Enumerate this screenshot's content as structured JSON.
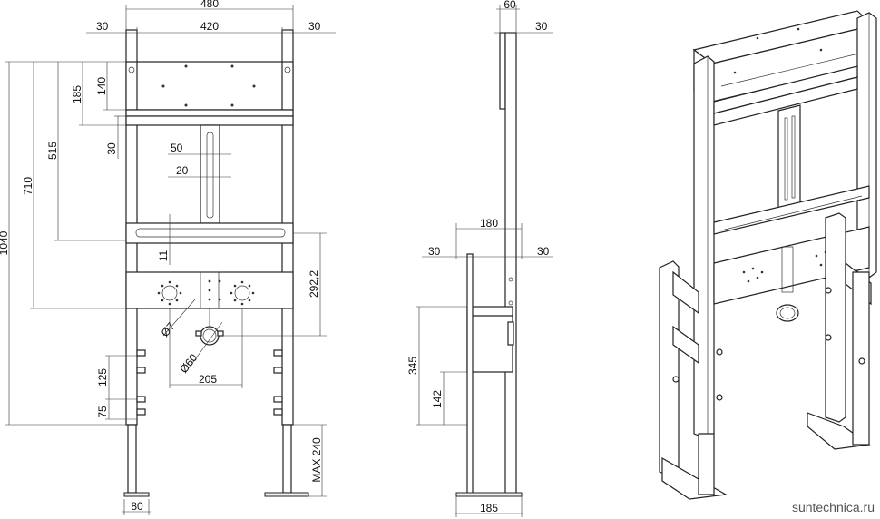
{
  "front_view": {
    "total_width": "480",
    "left_offset": "30",
    "inner_width": "420",
    "right_offset": "30",
    "d185": "185",
    "d140": "140",
    "d30": "30",
    "d515": "515",
    "d710": "710",
    "d1040": "1040",
    "d50": "50",
    "d20": "20",
    "d11": "11",
    "d292": "292,2",
    "d7": "Ø7",
    "d60": "Ø60",
    "d205": "205",
    "d125": "125",
    "d75": "75",
    "d80": "80",
    "max240": "MAX 240"
  },
  "side_view": {
    "d60": "60",
    "d30_top": "30",
    "d180": "180",
    "d30_left": "30",
    "d30_right": "30",
    "d345": "345",
    "d142": "142",
    "d185": "185"
  },
  "watermark": "suntechnica.ru"
}
